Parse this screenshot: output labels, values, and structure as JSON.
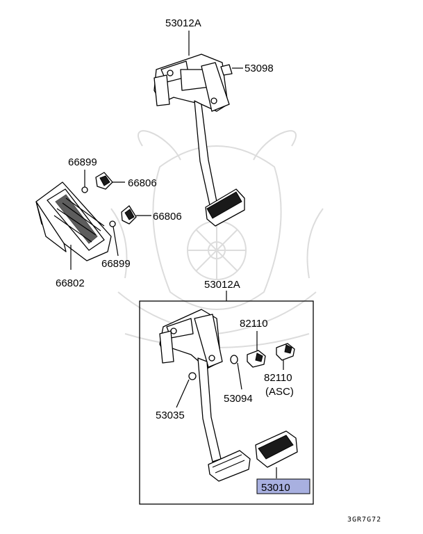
{
  "labels": {
    "upper_assembly": "53012A",
    "bolt": "53098",
    "nut_upper": "66899",
    "clip_upper": "66806",
    "clip_lower": "66806",
    "accel_pedal": "66802",
    "nut_lower": "66899",
    "lower_assembly": "53012A",
    "switch_top": "82110",
    "switch_asc": "82110",
    "switch_asc_note": "(ASC)",
    "bushing": "53094",
    "stopper": "53035",
    "pedal_pad": "53010",
    "diagram_code": "3GR7G72"
  },
  "colors": {
    "highlight_fill": "#a8b0e0",
    "highlight_border": "#000000",
    "watermark": "#dcdcdc"
  }
}
